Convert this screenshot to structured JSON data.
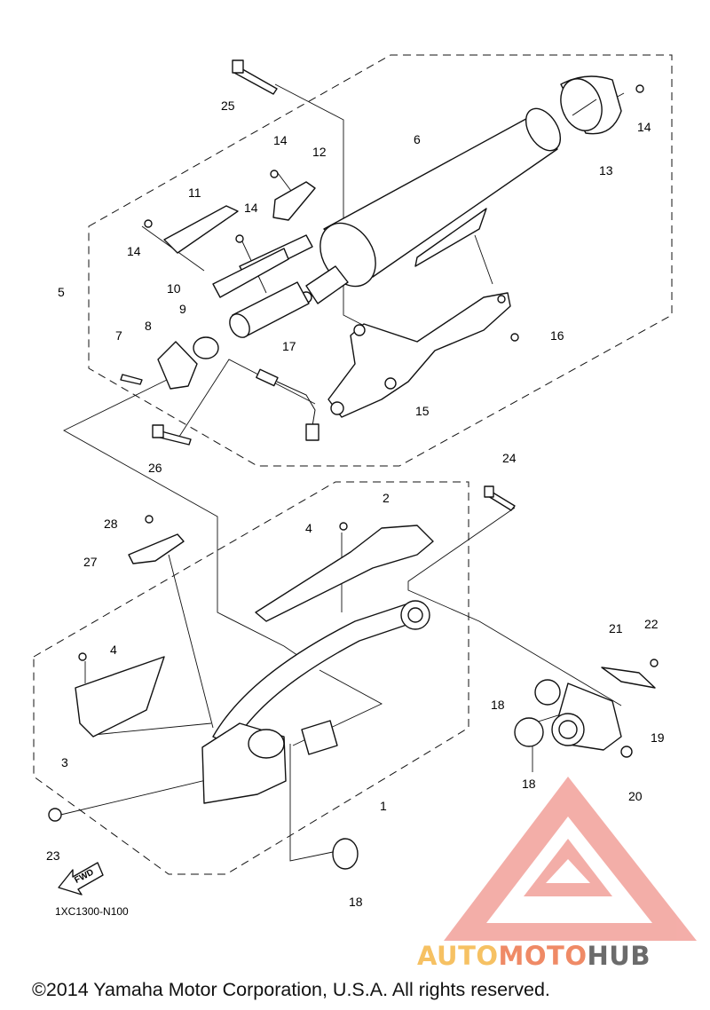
{
  "callouts": [
    "1",
    "2",
    "3",
    "4",
    "4",
    "5",
    "6",
    "7",
    "8",
    "9",
    "10",
    "11",
    "12",
    "13",
    "14",
    "14",
    "14",
    "14",
    "15",
    "16",
    "17",
    "18",
    "18",
    "18",
    "19",
    "20",
    "21",
    "22",
    "23",
    "24",
    "25",
    "26",
    "27",
    "28"
  ],
  "fwd_label": "FWD",
  "diagram_code": "1XC1300-N100",
  "watermark": {
    "part1": "AUTO",
    "part2": "MOTO",
    "part3": "HUB",
    "colors": {
      "part1": "#f6c163",
      "part2": "#ef8a66",
      "part3": "#6b6b6b",
      "logo": "#f2a09a"
    }
  },
  "copyright": "©2014 Yamaha Motor Corporation, U.S.A. All rights reserved."
}
